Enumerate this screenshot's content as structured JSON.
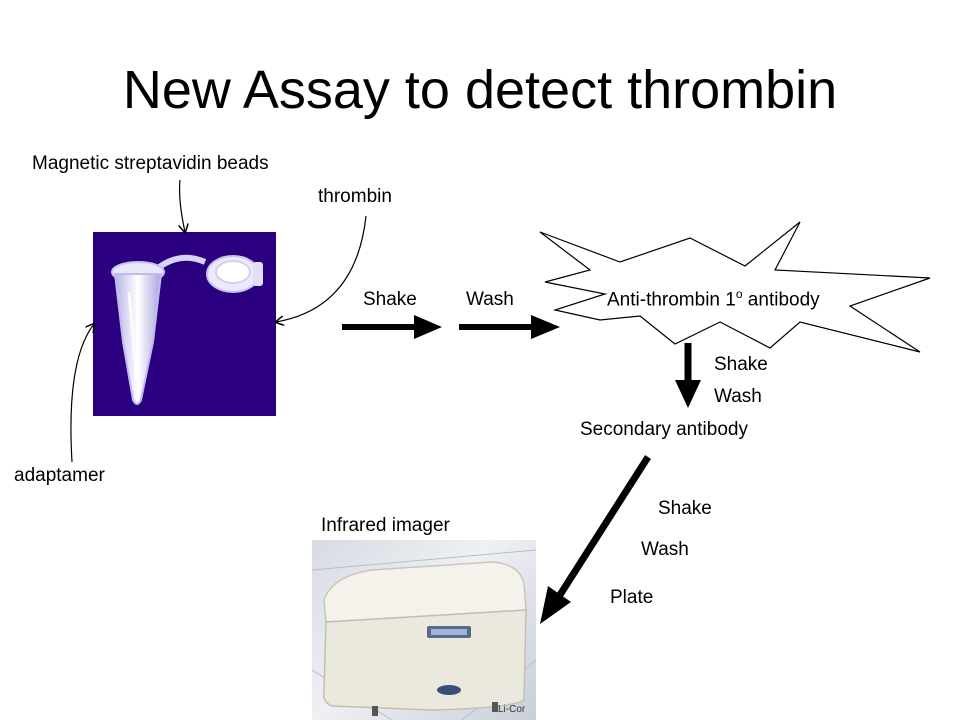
{
  "title": "New Assay to detect thrombin",
  "labels": {
    "beads": "Magnetic streptavidin beads",
    "thrombin": "thrombin",
    "adaptamer": "adaptamer",
    "shake1": "Shake",
    "wash1": "Wash",
    "primary_antibody_prefix": "Anti-thrombin 1",
    "primary_antibody_sup": "o",
    "primary_antibody_suffix": " antibody",
    "shake2": "Shake",
    "wash2": "Wash",
    "secondary_antibody": "Secondary antibody",
    "shake3": "Shake",
    "wash3": "Wash",
    "plate": "Plate",
    "imager": "Infrared imager",
    "credit": "Li-Cor"
  },
  "images": {
    "tube": {
      "icon": "microcentrifuge-tube-icon",
      "background": "#2a0080"
    },
    "imager": {
      "icon": "infrared-imager-icon"
    }
  }
}
